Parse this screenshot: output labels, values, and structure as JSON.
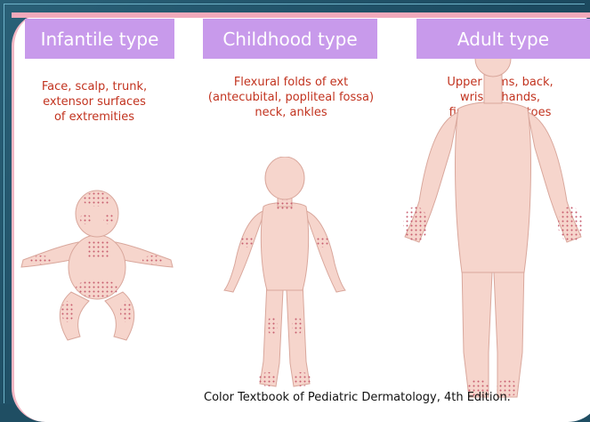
{
  "columns": [
    {
      "header": "Infantile type",
      "description_lines": [
        "Face, scalp, trunk,",
        "extensor surfaces",
        "of extremities"
      ]
    },
    {
      "header": "Childhood type",
      "description_lines": [
        "Flexural folds of ext",
        "(antecubital, popliteal fossa)",
        "neck, ankles"
      ]
    },
    {
      "header": "Adult type",
      "description_lines": [
        "Upper arms, back,",
        "wrists, hands,",
        "fingers, feet, toes"
      ]
    }
  ],
  "caption": "Color Textbook of Pediatric Dermatology, 4th Edition.",
  "colors": {
    "header_bg": "#c89aeb",
    "description_text": "#c2331f",
    "skin": "#f6d5cc",
    "rash": "#c75c6e",
    "background": "#1f4e63"
  },
  "icons": [
    "infant-figure",
    "child-figure",
    "adult-figure"
  ]
}
